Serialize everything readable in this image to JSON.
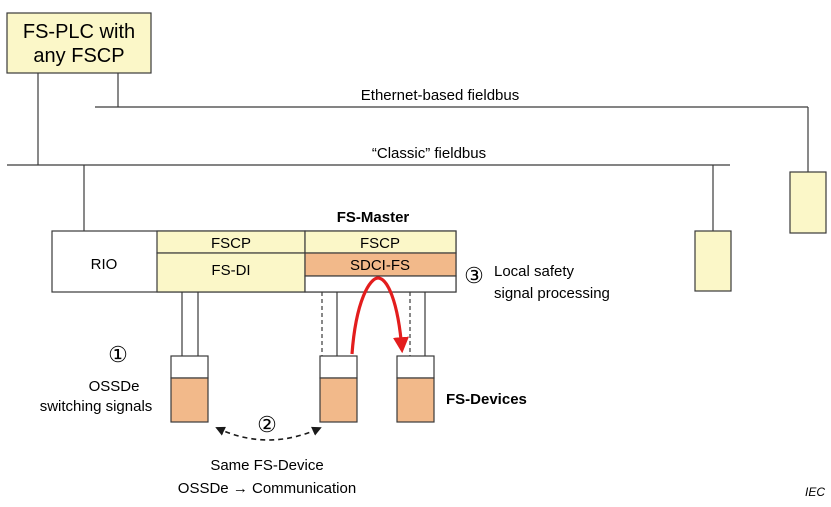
{
  "plc": {
    "line1": "FS-PLC with",
    "line2": "any FSCP"
  },
  "buses": {
    "ethernet": "Ethernet-based fieldbus",
    "classic": "“Classic” fieldbus"
  },
  "master_title": "FS-Master",
  "rio": {
    "label": "RIO",
    "fscp": "FSCP",
    "fsdi": "FS-DI"
  },
  "master": {
    "fscp": "FSCP",
    "sdci": "SDCI-FS"
  },
  "annotations": {
    "one": {
      "marker": "①",
      "line1": "OSSDe",
      "line2": "switching signals"
    },
    "two": {
      "marker": "②",
      "line1": "Same FS-Device",
      "line2": "OSSDe → Communication"
    },
    "three": {
      "marker": "③",
      "line1": "Local safety",
      "line2": "signal processing"
    }
  },
  "devices_label": "FS-Devices",
  "footer": "IEC",
  "colors": {
    "pale_yellow": "#fbf7c8",
    "orange": "#f2b98a",
    "red_arrow": "#e31d1d",
    "line": "#3a3a3a"
  }
}
